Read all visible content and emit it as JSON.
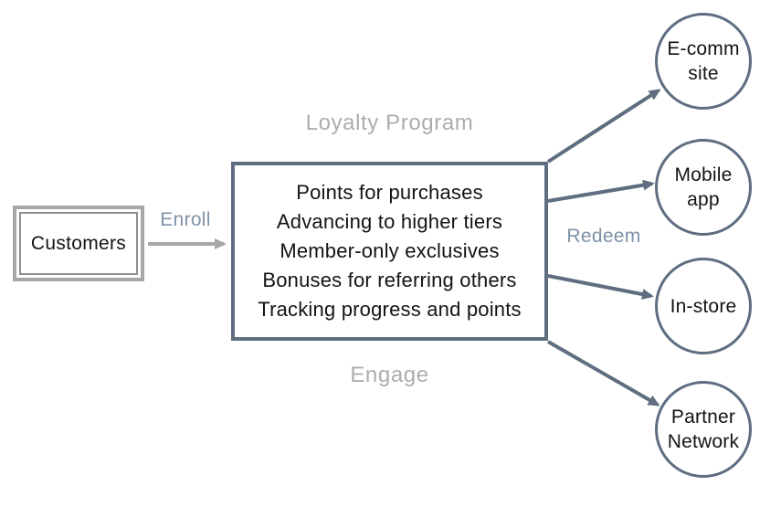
{
  "colors": {
    "slate": "#5e6e80",
    "slate_label": "#7e92a8",
    "gray": "#a7a7a7",
    "gray_inner": "#8f8f8f",
    "label_gray": "#adadad",
    "text": "#141414",
    "background": "#ffffff"
  },
  "customers": {
    "label": "Customers"
  },
  "program": {
    "title": "Loyalty Program",
    "caption": "Engage",
    "features": [
      "Points for purchases",
      "Advancing to higher tiers",
      "Member-only exclusives",
      "Bonuses for referring others",
      "Tracking progress and points"
    ]
  },
  "flows": {
    "enroll": {
      "label": "Enroll"
    },
    "redeem": {
      "label": "Redeem"
    }
  },
  "channels": [
    {
      "id": "ecomm",
      "label": "E-comm\nsite"
    },
    {
      "id": "mobile-app",
      "label": "Mobile\napp"
    },
    {
      "id": "in-store",
      "label": "In-store"
    },
    {
      "id": "partner-network",
      "label": "Partner\nNetwork"
    }
  ]
}
